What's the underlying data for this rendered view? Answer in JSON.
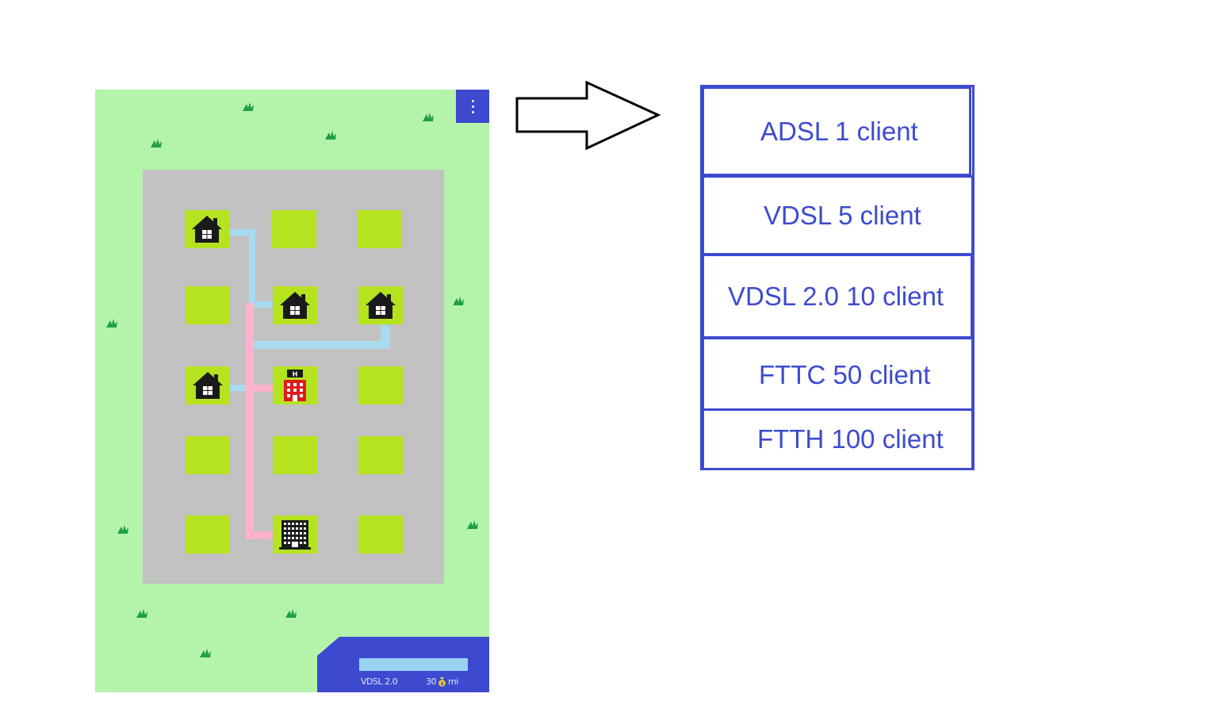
{
  "game": {
    "menu_icon": "more-vertical-icon",
    "colors": {
      "grass": "#b4f3aa",
      "ground": "#c2c2c2",
      "plot": "#b5e31f",
      "panel": "#3d4ad0",
      "cable_copper": "#a6dbf0",
      "cable_fiber": "#ffb3cb"
    },
    "buildings": [
      {
        "icon": "house-icon"
      },
      {
        "icon": "house-icon"
      },
      {
        "icon": "house-icon"
      },
      {
        "icon": "house-icon"
      },
      {
        "icon": "hospital-icon"
      },
      {
        "icon": "office-building-icon"
      }
    ],
    "status": {
      "technology": "VDSL 2.0",
      "money": "30",
      "money_unit": "mi",
      "coin_icon": "coin-bag-icon",
      "progress": 1.0
    }
  },
  "arrow_icon": "arrow-right-icon",
  "tiers": [
    {
      "label": "ADSL 1 client"
    },
    {
      "label": "VDSL 5 client"
    },
    {
      "label": "VDSL 2.0 10 client"
    },
    {
      "label": "FTTC 50 client"
    },
    {
      "label": "FTTH 100 client"
    }
  ]
}
